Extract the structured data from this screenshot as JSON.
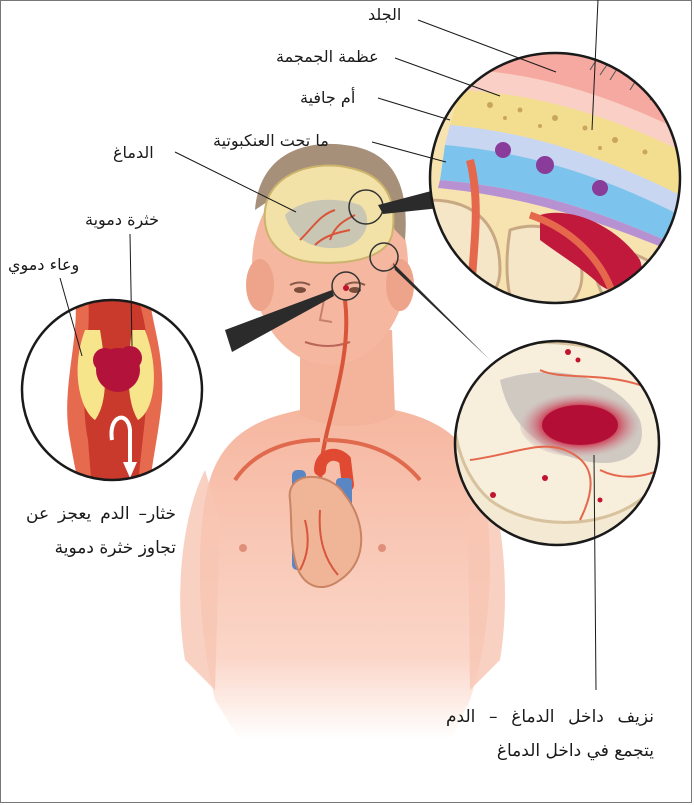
{
  "labels": {
    "skin": "الجلد",
    "skull": "عظمة الجمجمة",
    "dura": "أم جافية",
    "subarachnoid": "ما تحت العنكبوتية",
    "brain": "الدماغ",
    "clot": "خثرة دموية",
    "vessel": "وعاء دموي"
  },
  "captions": {
    "thrombus": "خثار– الدم يعجز عن تجاوز خثرة دموية",
    "hemorrhage": "نزيف داخل الدماغ – الدم يتجمع في داخل الدماغ"
  },
  "colors": {
    "skin": "#f6b9a4",
    "blood": "#b3123a",
    "vessel": "#e5674c",
    "plaque": "#f7e58c",
    "csf": "#7cc4ee",
    "brain": "#f3e0bf"
  }
}
